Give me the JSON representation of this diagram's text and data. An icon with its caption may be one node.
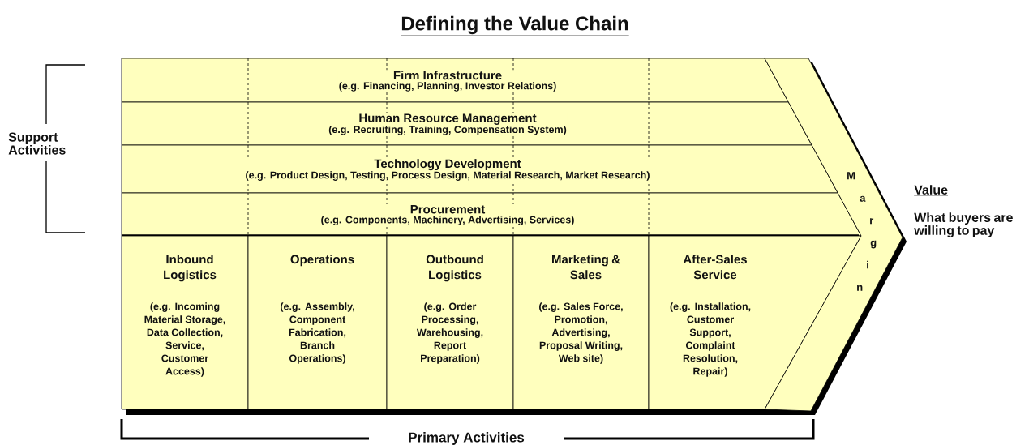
{
  "diagram": {
    "title": "Defining the Value Chain",
    "nodes": [
      {
        "text": [
          "Firm Infrastructure",
          "(e.g. Financing, Planning, Investor Relations)"
        ]
      },
      {
        "text": [
          "Human Resource Management",
          "(e.g. Recruiting, Training, Compensation System)"
        ]
      },
      {
        "text": [
          "Technology Development",
          "(e.g. Product Design, Testing, Process Design, Material Research, Market Research)"
        ]
      },
      {
        "text": [
          "Procurement",
          "(e.g. Components, Machinery, Advertising, Services)"
        ]
      },
      {
        "text": [
          "Inbound Logistics",
          "(e.g. Incoming Material Storage, Data Collection, Service, Customer Access)"
        ]
      },
      {
        "text": [
          "Operations",
          "(e.g. Assembly, Component Fabrication, Branch Operations)"
        ]
      },
      {
        "text": [
          "Outbound Logistics",
          "(e.g. Order Processing, Warehousing, Report Preparation)"
        ]
      },
      {
        "text": [
          "Marketing & Sales",
          "(e.g. Sales Force, Promotion, Advertising, Proposal Writing, Web site)"
        ]
      },
      {
        "text": [
          "After-Sales Service",
          "(e.g. Installation, Customer Support, Complaint Resolution, Repair)"
        ]
      },
      {
        "text": [
          "M a r g i n"
        ]
      }
    ],
    "labels": [
      "Support Activities",
      "Value",
      "What buyers are willing to pay",
      "Primary Activities"
    ]
  }
}
